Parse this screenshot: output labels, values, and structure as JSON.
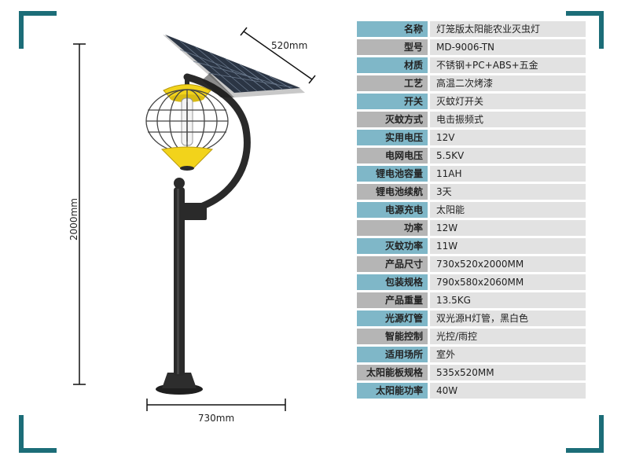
{
  "colors": {
    "corner_accent": "#1c6d78",
    "key_blue": "#7fb7c8",
    "key_gray": "#b5b5b5",
    "value_bg": "#e2e2e2",
    "lamp_yellow": "#f2d31b",
    "pole_dark": "#2a2a2a"
  },
  "icons": [
    "solar-panel-icon",
    "insect-killer-lamp-icon"
  ],
  "dimensions": {
    "height_label": "2000mm",
    "width_label": "730mm",
    "panel_label": "520mm"
  },
  "specs": [
    {
      "key": "名称",
      "value": "灯笼版太阳能农业灭虫灯",
      "style": "blue"
    },
    {
      "key": "型号",
      "value": "MD-9006-TN",
      "style": "gray"
    },
    {
      "key": "材质",
      "value": "不锈钢+PC+ABS+五金",
      "style": "blue"
    },
    {
      "key": "工艺",
      "value": "高温二次烤漆",
      "style": "gray"
    },
    {
      "key": "开关",
      "value": "灭蚊灯开关",
      "style": "blue"
    },
    {
      "key": "灭蚊方式",
      "value": "电击振频式",
      "style": "gray"
    },
    {
      "key": "实用电压",
      "value": "12V",
      "style": "blue"
    },
    {
      "key": "电网电压",
      "value": "5.5KV",
      "style": "gray"
    },
    {
      "key": "锂电池容量",
      "value": "11AH",
      "style": "blue"
    },
    {
      "key": "锂电池续航",
      "value": "3天",
      "style": "gray"
    },
    {
      "key": "电源充电",
      "value": "太阳能",
      "style": "blue"
    },
    {
      "key": "功率",
      "value": "12W",
      "style": "gray"
    },
    {
      "key": "灭蚊功率",
      "value": "11W",
      "style": "blue"
    },
    {
      "key": "产品尺寸",
      "value": "730x520x2000MM",
      "style": "gray"
    },
    {
      "key": "包装规格",
      "value": "790x580x2060MM",
      "style": "blue"
    },
    {
      "key": "产品重量",
      "value": "13.5KG",
      "style": "gray"
    },
    {
      "key": "光源灯管",
      "value": "双光源H灯管，黑白色",
      "style": "blue"
    },
    {
      "key": "智能控制",
      "value": "光控/雨控",
      "style": "gray"
    },
    {
      "key": "适用场所",
      "value": "室外",
      "style": "blue"
    },
    {
      "key": "太阳能板规格",
      "value": "535x520MM",
      "style": "gray"
    },
    {
      "key": "太阳能功率",
      "value": "40W",
      "style": "blue"
    }
  ]
}
